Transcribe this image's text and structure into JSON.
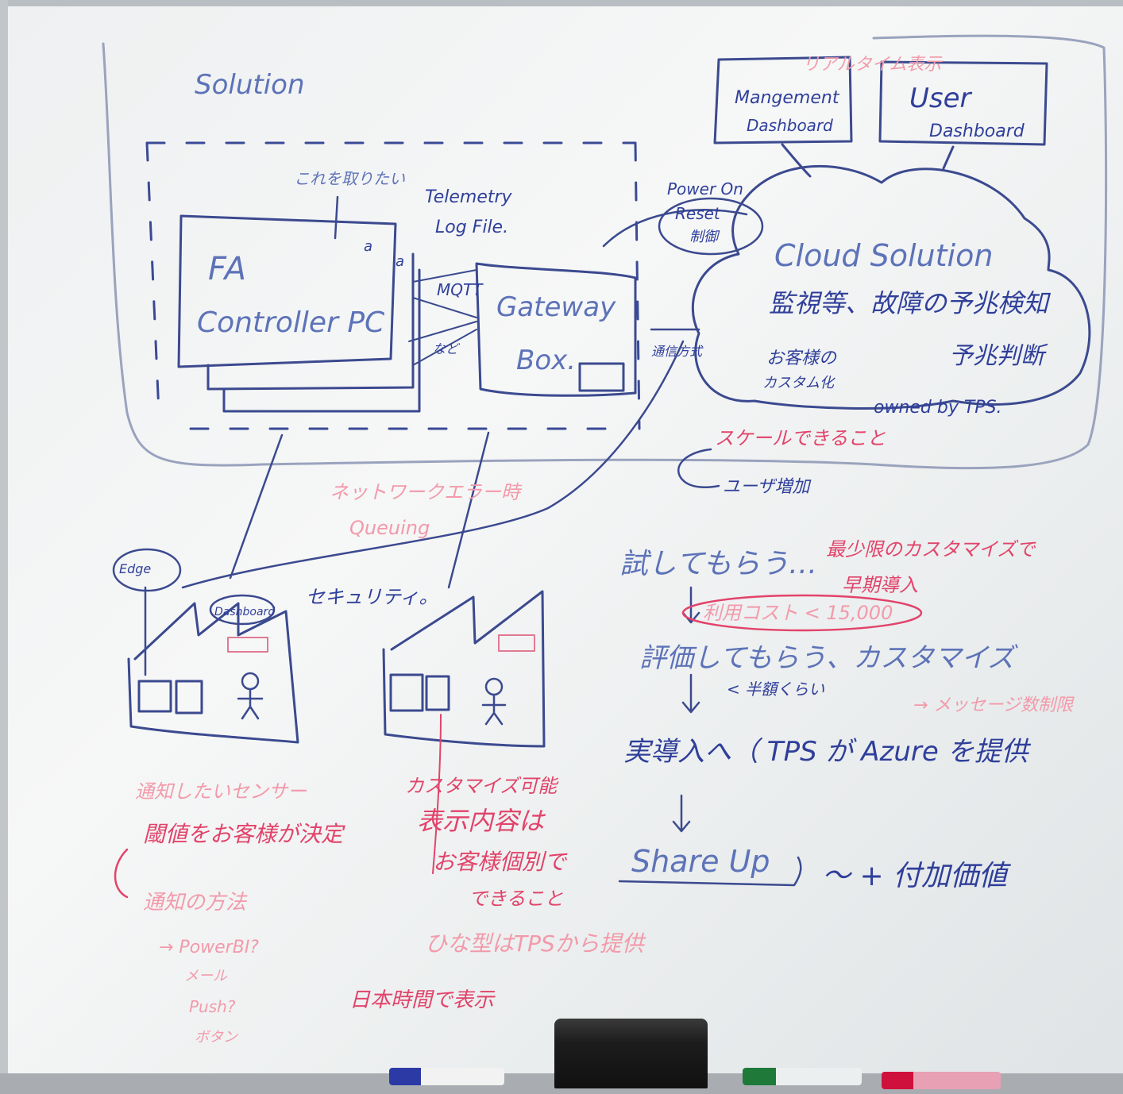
{
  "board": {
    "solution": "Solution",
    "topright_note": "リアルタイム表示",
    "mgmt_dashboard": [
      "Mangement",
      "Dashboard"
    ],
    "user_dashboard": [
      "User",
      "Dashboard"
    ],
    "want_note": "これを取りたい",
    "telemetry": [
      "Telemetry",
      "Log File."
    ],
    "fa_controller": [
      "FA",
      "Controller PC"
    ],
    "small_a1": "a",
    "small_a2": "a",
    "mqtt": "MQTT",
    "proto": "など",
    "gateway": [
      "Gateway",
      "Box."
    ],
    "power": [
      "Power On",
      "Reset",
      "制御"
    ],
    "secure_note": "通信方式",
    "cloud_title": "Cloud Solution",
    "cloud_line1": "監視等、故障の予兆検知",
    "cloud_line2": "予兆判断",
    "cloud_customer": [
      "お客様の",
      "カスタム化"
    ],
    "owned": "owned by TPS.",
    "scale_note": "スケールできること",
    "user_increase": "ユーザ増加",
    "network_error": [
      "ネットワークエラー時",
      "Queuing"
    ],
    "edge": "Edge",
    "dashboard_small": "Dashboard",
    "security": "セキュリティ。",
    "trial": "試してもらう…",
    "min_custom": [
      "最少限のカスタマイズで",
      "早期導入"
    ],
    "cost": "利用コスト < 15,000",
    "evaluate": "評価してもらう、カスタマイズ",
    "half_price": "< 半額くらい",
    "messaging_limit": "→ メッセージ数制限",
    "deploy": "実導入へ（ TPS が Azure を提供",
    "share_up": "Share Up",
    "added_value": "〜 + 付加価値",
    "notify_sensor": "通知したいセンサー",
    "threshold": "閾値をお客様が決定",
    "notify_method": "通知の方法",
    "notify_options": [
      "→ PowerBI?",
      "メール",
      "Push?",
      "ボタン"
    ],
    "customize_ok": "カスタマイズ可能",
    "display_content": [
      "表示内容は",
      "お客様個別で",
      "できること"
    ],
    "template_note": "ひな型はTPSから提供",
    "japanese_note": "日本時間で表示"
  },
  "colors": {
    "blue_ink": "#2f3f9a",
    "red_ink": "#e2436a",
    "green_marker": "#1f7a3a",
    "board": "#f3f4f4"
  }
}
